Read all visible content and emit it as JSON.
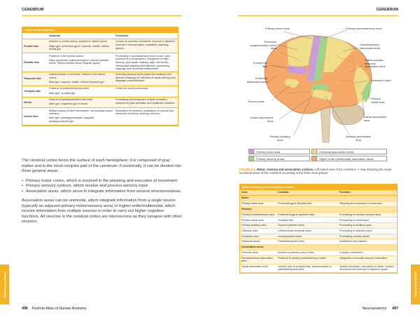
{
  "header": {
    "left": "CEREBRUM",
    "right": "CEREBRUM"
  },
  "lobes_table": {
    "title": "Lobes of the cerebrum",
    "columns": [
      "",
      "Anatomy",
      "Functions"
    ],
    "rows": [
      {
        "lobe": "Frontal lobe",
        "anatomy": [
          "Anterior to central sulcus, superior to lateral sulcus",
          "Major gyri: precentral gyrus, superior, middle, inferior frontal gyri"
        ],
        "functions": "Control of voluntary movement, involved in attention, short term memory tasks, motivation, planning, speech"
      },
      {
        "lobe": "Parietal lobe",
        "anatomy": [
          "Posterior to the central sulcus",
          "Major gyri/areas: postcentral gyrus, superior parietal lobule, inferior parietal lobule (angular gyrus)"
        ],
        "functions": "Processing of somatosensory input (touch, pain, pressure and temperature), integration of other sensory input (taste, hearing, sight, and smell), visuospatial mapping and attention, processing language and numerical relationships"
      },
      {
        "lobe": "Temporal lobe",
        "anatomy": [
          "Lateral surface of cerebrum, inferior to the lateral sulcus",
          "Main gyri: superior, middle, inferior temporal gyri"
        ],
        "functions": "Decoding sensory input (visual and auditory) into derived meanings for retention of visual memory and language comprehension"
      },
      {
        "lobe": "Occipital lobe",
        "anatomy": [
          "Posterior to parietal/temporal lobes",
          "Main gyri: occipital gyri"
        ],
        "functions": "Center for visual processing"
      },
      {
        "lobe": "Insula",
        "anatomy": [
          "Deep to temporal/parietal/frontal lobes",
          "Main gyri: long/short gyri of insula"
        ],
        "functions": "Processing and integration of taste sensation, visceral and pain sensation and vestibular functions"
      },
      {
        "lobe": "Limbic lobe",
        "anatomy": [
          "Medial surface of each hemisphere, surrounding corpus callosum",
          "Main gyri: parahipppocampal, cingulate, parahippocampal gyri"
        ],
        "functions": "Modulation of emotions, modulation of visceral and autonomic functions, learning, memory"
      }
    ]
  },
  "body_text": {
    "p1": "The cerebral cortex forms the surface of each hemisphere; it is composed of gray matter and is the most complex part of the cerebrum. Functionally, it can be divided into three general areas:",
    "bullets": [
      "Primary motor cortex, which is involved in the planning and execution of movement",
      "Primary sensory cortices, which receive and process sensory input",
      "Association areas, which serve to integrate information from several structures/areas."
    ],
    "p2": "Association areas can be unimodal, which integrate information from a single source (typically an adjacent primary motor/sensory area) or higher-order/multimodal, which receive information from multiple sources in order to carry out higher cognitive functions. All neurons in the cerebral cortex are interneurons as they synapse with other neurons."
  },
  "figure": {
    "labels": {
      "primary_motor": "Primary motor area",
      "premotor": "Premotor/ supplementary motor area",
      "frontal_eye": "Frontal eye field",
      "prefrontal": "Prefrontal association area",
      "broca": "Broca's area",
      "limbic": "Limbic association area",
      "primary_auditory": "Primary auditory area",
      "primary_somato": "Primary somatosensory area",
      "somato_assoc": "Somatosensory association area",
      "parieto": "Parietooccipito-temporal association area",
      "wernicke": "Wernicke's area",
      "primary_visual": "Primary visual area",
      "visual_assoc": "Visual association area",
      "auditory_assoc": "Auditory association area"
    },
    "legend": [
      {
        "label": "Primary motor area",
        "color": "#c99ddb"
      },
      {
        "label": "Unimodal association areas",
        "color": "#f0de8a"
      },
      {
        "label": "Primary sensory areas",
        "color": "#9fd48a"
      },
      {
        "label": "Higher order (multimodal) association areas",
        "color": "#f4a86a"
      }
    ],
    "caption_fig": "FIGURE 9.5.",
    "caption_title": "Motor, sensory and association cortices.",
    "caption_text": " Left lateral view of the cerebrum. A map depicting the major functional areas of the cerebrum according to the three main groups."
  },
  "ms_table": {
    "title": "Motor, sensory and association cortices",
    "columns": [
      "Area",
      "Location",
      "Function"
    ],
    "sections": [
      {
        "name": "Motor",
        "rows": [
          [
            "Primary motor area",
            "Precentral gyrus (frontal lobe)",
            "Planning and execution of movement"
          ]
        ]
      },
      {
        "name": "Sensory",
        "rows": [
          [
            "Primary somatosensory area",
            "Postcentral gyrus (parietal lobe)",
            "Processing of somatic sensory input"
          ],
          [
            "Primary visual area",
            "Occipital lobe",
            "Processing of visual input"
          ],
          [
            "Primary auditory area",
            "Superior parietal lobule",
            "Processing of auditory input"
          ],
          [
            "Olfactory area",
            "Limbic/medial temporal lobes",
            "Processing of olfactory input"
          ],
          [
            "Gustatory area",
            "Insular/parietal lobes",
            "Processing of taste stimuli"
          ],
          [
            "Vestibular areas",
            "Parietal/temporal lobes",
            "Equilibrium and balance"
          ]
        ]
      },
      {
        "name": "Association areas",
        "rows": [
          [
            "Premotor area",
            "Anterior to primary motor cortex",
            "Complex movement"
          ],
          [
            "Somatosensory association area",
            "Posterior to primary somatosensory cortex",
            "Integration of somatic sensory information"
          ],
          [
            "Visual association area",
            "Anterior part of occipital lobe, posterior parts of parietal/temporal lobes",
            "Spatial orientation, perception of depth, location, movement and velocity of objects in space"
          ]
        ]
      }
    ]
  },
  "side_tabs": {
    "left": "NEUROANATOMY",
    "right": "NEUROANATOMY"
  },
  "footer": {
    "left_page": "496",
    "left_title": "Kenhub Atlas of Human Anatomy",
    "right_title": "Neuroanatomy",
    "right_page": "497"
  }
}
